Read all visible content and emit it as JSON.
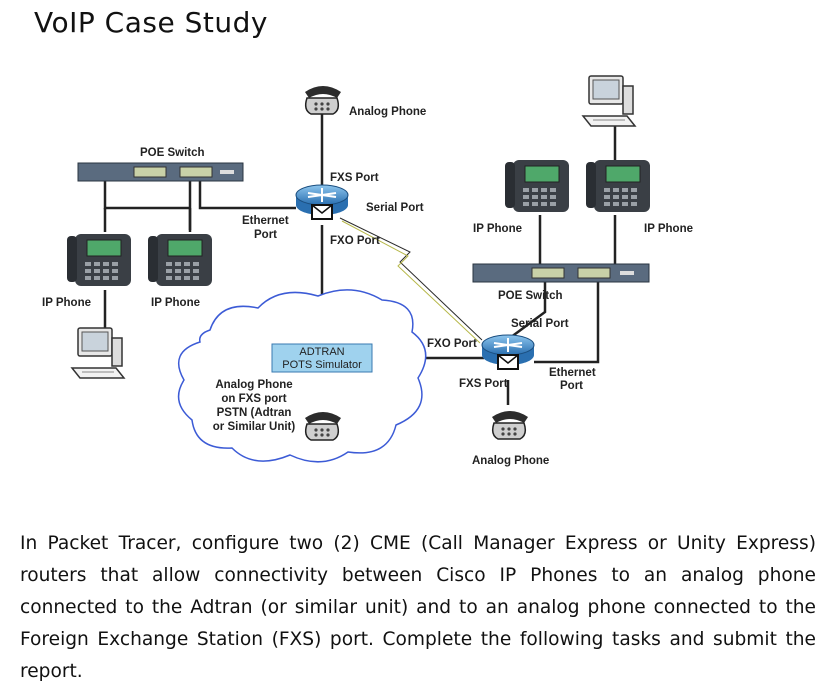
{
  "title": "VoIP Case Study",
  "diagram": {
    "labels": {
      "analog_phone_top": "Analog Phone",
      "poe_switch_left": "POE Switch",
      "fxs_port_top": "FXS Port",
      "serial_port_top": "Serial Port",
      "ethernet_port_left_1": "Ethernet",
      "ethernet_port_left_2": "Port",
      "fxo_port_top": "FXO Port",
      "ip_phone_1": "IP Phone",
      "ip_phone_2": "IP Phone",
      "ip_phone_3": "IP Phone",
      "ip_phone_4": "IP Phone",
      "poe_switch_right": "POE Switch",
      "serial_port_right": "Serial Port",
      "fxo_port_right": "FXO Port",
      "adtran_1": "ADTRAN",
      "adtran_2": "POTS Simulator",
      "cloud_1": "Analog Phone",
      "cloud_2": "on FXS port",
      "cloud_3": "PSTN (Adtran",
      "cloud_4": "or Similar Unit)",
      "fxs_port_right": "FXS Port",
      "ethernet_port_right_1": "Ethernet",
      "ethernet_port_right_2": "Port",
      "analog_phone_bottom": "Analog Phone"
    }
  },
  "paragraph": "In Packet Tracer, configure two (2) CME (Call Manager Express or Unity Express) routers that allow connectivity between Cisco IP Phones to an analog phone connected to the Adtran (or similar unit) and to an analog phone connected to the Foreign Exchange Station (FXS) port. Complete the following tasks and submit the report."
}
